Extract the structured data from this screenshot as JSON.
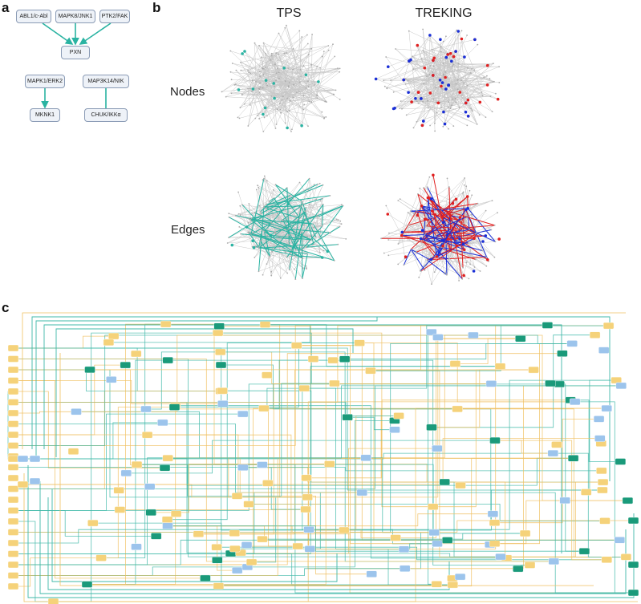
{
  "panels": {
    "a": "a",
    "b": "b",
    "c": "c"
  },
  "panel_a": {
    "nodes": {
      "abl1": "ABL1/c-Abl",
      "mapk8": "MAPK8/JNK1",
      "ptk2": "PTK2/FAK",
      "pxn": "PXN",
      "mapk1": "MAPK1/ERK2",
      "map3k14": "MAP3K14/NIK",
      "mknk1": "MKNK1",
      "chuk": "CHUK/IKKα"
    },
    "edge_color": "#2ab3a2"
  },
  "panel_b": {
    "columns": [
      "TPS",
      "TREKING"
    ],
    "rows": [
      "Nodes",
      "Edges"
    ],
    "colors": {
      "tps": "#2ab3a2",
      "up": "#e02020",
      "down": "#1a2fd6",
      "grey": "#c8c8c8"
    }
  },
  "panel_c": {
    "colors": {
      "yellow": "#f5d27a",
      "blue": "#9cc4ec",
      "teal": "#1a9a7a",
      "line_teal": "#3fb8a8",
      "line_yellow": "#f0c060"
    }
  }
}
